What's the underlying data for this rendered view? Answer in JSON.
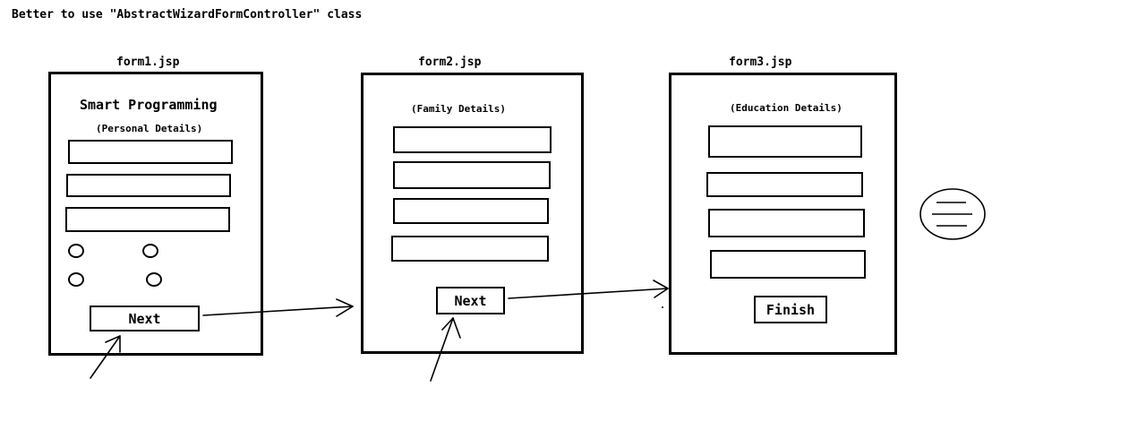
{
  "note": "Better to use \"AbstractWizardFormController\" class",
  "form1": {
    "caption": "form1.jsp",
    "title": "Smart Programming",
    "subtitle": "(Personal Details)",
    "button": "Next"
  },
  "form2": {
    "caption": "form2.jsp",
    "subtitle": "(Family Details)",
    "button": "Next"
  },
  "form3": {
    "caption": "form3.jsp",
    "subtitle": "(Education Details)",
    "button": "Finish"
  },
  "menu_icon": "hamburger-menu-icon"
}
